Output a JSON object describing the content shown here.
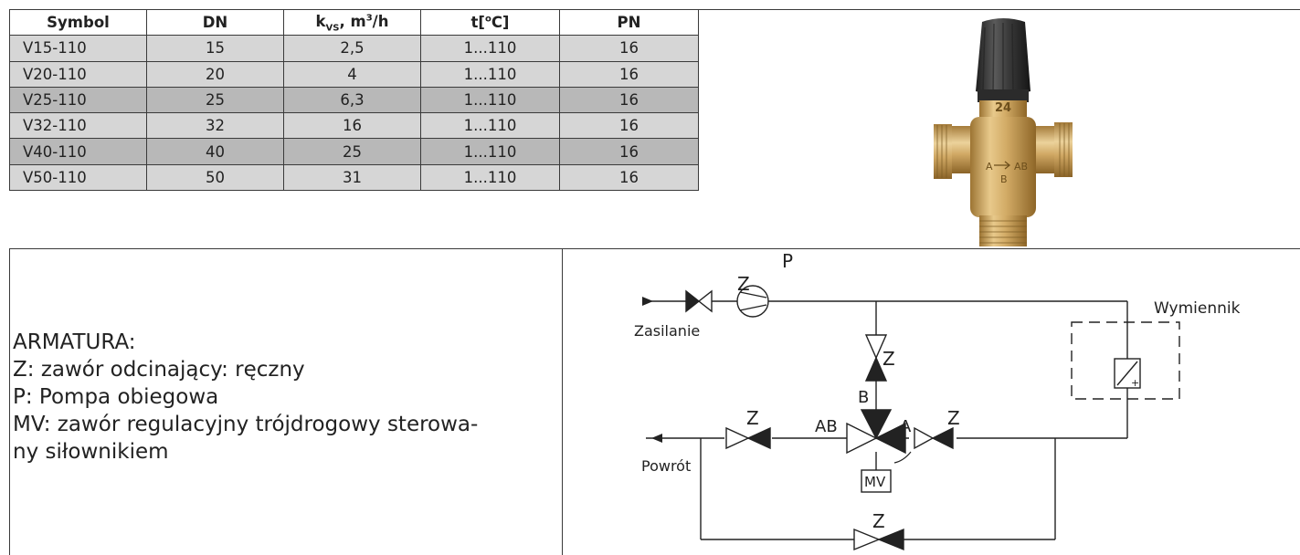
{
  "table": {
    "headers": {
      "symbol": "Symbol",
      "dn": "DN",
      "kvs_k": "k",
      "kvs_sub": "VS",
      "kvs_unit": ", m",
      "kvs_sup": "3",
      "kvs_tail": "/h",
      "temp": "t[",
      "temp_sup": "o",
      "temp_tail": "C]",
      "pn": "PN"
    },
    "rows": [
      {
        "symbol": "V15-110",
        "dn": "15",
        "kvs": "2,5",
        "t": "1...110",
        "pn": "16",
        "shade": "light"
      },
      {
        "symbol": "V20-110",
        "dn": "20",
        "kvs": "4",
        "t": "1...110",
        "pn": "16",
        "shade": "light"
      },
      {
        "symbol": "V25-110",
        "dn": "25",
        "kvs": "6,3",
        "t": "1...110",
        "pn": "16",
        "shade": "dark"
      },
      {
        "symbol": "V32-110",
        "dn": "32",
        "kvs": "16",
        "t": "1...110",
        "pn": "16",
        "shade": "light"
      },
      {
        "symbol": "V40-110",
        "dn": "40",
        "kvs": "25",
        "t": "1...110",
        "pn": "16",
        "shade": "dark"
      },
      {
        "symbol": "V50-110",
        "dn": "50",
        "kvs": "31",
        "t": "1...110",
        "pn": "16",
        "shade": "light"
      }
    ]
  },
  "valve_marking": {
    "size": "24",
    "a": "A",
    "ab": "AB",
    "b": "B"
  },
  "legend": {
    "title": "ARMATURA:",
    "lines": [
      "Z: zawór odcinający: ręczny",
      "P: Pompa obiegowa",
      "MV: zawór regulacyjny trójdrogowy sterowa-",
      "ny siłownikiem"
    ]
  },
  "diagram": {
    "supply": "Zasilanie",
    "return": "Powrót",
    "exchanger": "Wymiennik",
    "pump": "P",
    "valve": "Z",
    "mixing_valve": "MV",
    "port_a": "A",
    "port_b": "B",
    "port_ab": "AB",
    "plus": "+"
  },
  "colors": {
    "row_light": "#d6d6d6",
    "row_dark": "#b8b8b8",
    "border": "#3a3a3a",
    "brass": "#c9a25c",
    "knob": "#3d3d3d"
  }
}
